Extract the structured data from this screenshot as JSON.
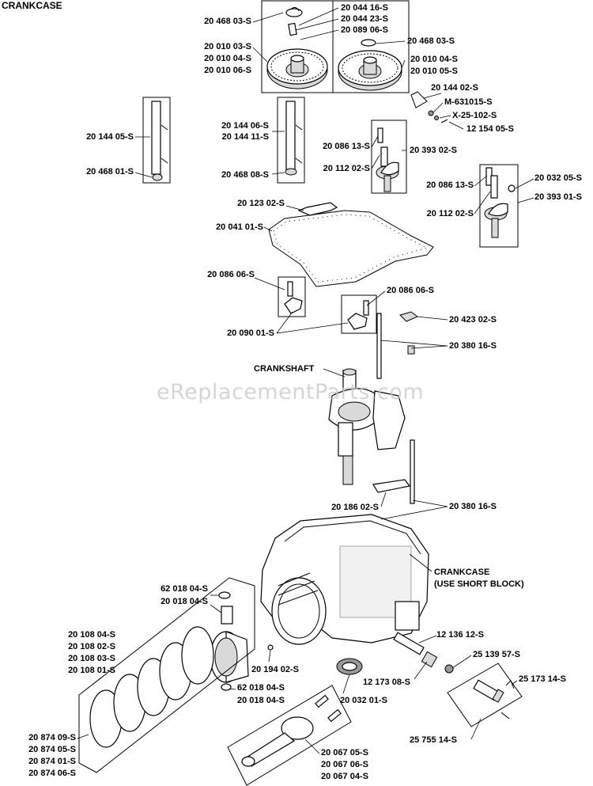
{
  "header": {
    "title": "CRANKCASE"
  },
  "watermark": "eReplacementParts.com",
  "callouts": {
    "crankshaft": "CRANKSHAFT",
    "crankcase_line1": "CRANKCASE",
    "crankcase_line2": "(USE SHORT BLOCK)"
  },
  "part_numbers": {
    "p_20468_03_a": "20 468 03-S",
    "p_20044_16": "20 044 16-S",
    "p_20044_23": "20 044 23-S",
    "p_20089_06": "20 089 06-S",
    "p_20010_03": "20 010 03-S",
    "p_20010_04_a": "20 010 04-S",
    "p_20010_06": "20 010 06-S",
    "p_20468_03_b": "20 468 03-S",
    "p_20010_04_b": "20 010 04-S",
    "p_20010_05": "20 010 05-S",
    "p_20144_02": "20 144 02-S",
    "p_m631015": "M-631015-S",
    "p_x25102": "X-25-102-S",
    "p_12154_05": "12 154 05-S",
    "p_20144_05": "20 144 05-S",
    "p_20468_01": "20 468 01-S",
    "p_20144_06": "20 144 06-S",
    "p_20144_11": "20 144 11-S",
    "p_20468_08": "20 468 08-S",
    "p_20086_13_a": "20 086 13-S",
    "p_20112_02_a": "20 112 02-S",
    "p_20393_02": "20 393 02-S",
    "p_20032_05": "20 032 05-S",
    "p_20086_13_b": "20 086 13-S",
    "p_20393_01": "20 393 01-S",
    "p_20112_02_b": "20 112 02-S",
    "p_20123_02": "20 123 02-S",
    "p_20041_01": "20 041 01-S",
    "p_20086_06_a": "20 086 06-S",
    "p_20086_06_b": "20 086 06-S",
    "p_20423_02": "20 423 02-S",
    "p_20090_01": "20 090 01-S",
    "p_20380_16_a": "20 380 16-S",
    "p_20186_02": "20 186 02-S",
    "p_20380_16_b": "20 380 16-S",
    "p_62018_04_a": "62 018 04-S",
    "p_20018_04_a": "20 018 04-S",
    "p_20108_04": "20 108 04-S",
    "p_20108_02": "20 108 02-S",
    "p_20108_03": "20 108 03-S",
    "p_20108_01": "20 108 01-S",
    "p_12136_12": "12 136 12-S",
    "p_25139_57": "25 139 57-S",
    "p_20194_02": "20 194 02-S",
    "p_12173_08": "12 173 08-S",
    "p_25173_14": "25 173 14-S",
    "p_62018_04_b": "62 018 04-S",
    "p_20018_04_b": "20 018 04-S",
    "p_20032_01": "20 032 01-S",
    "p_25755_14": "25 755 14-S",
    "p_20874_09": "20 874 09-S",
    "p_20874_05": "20 874 05-S",
    "p_20874_01": "20 874 01-S",
    "p_20874_06": "20 874 06-S",
    "p_20067_05": "20 067 05-S",
    "p_20067_06": "20 067 06-S",
    "p_20067_04": "20 067 04-S"
  }
}
